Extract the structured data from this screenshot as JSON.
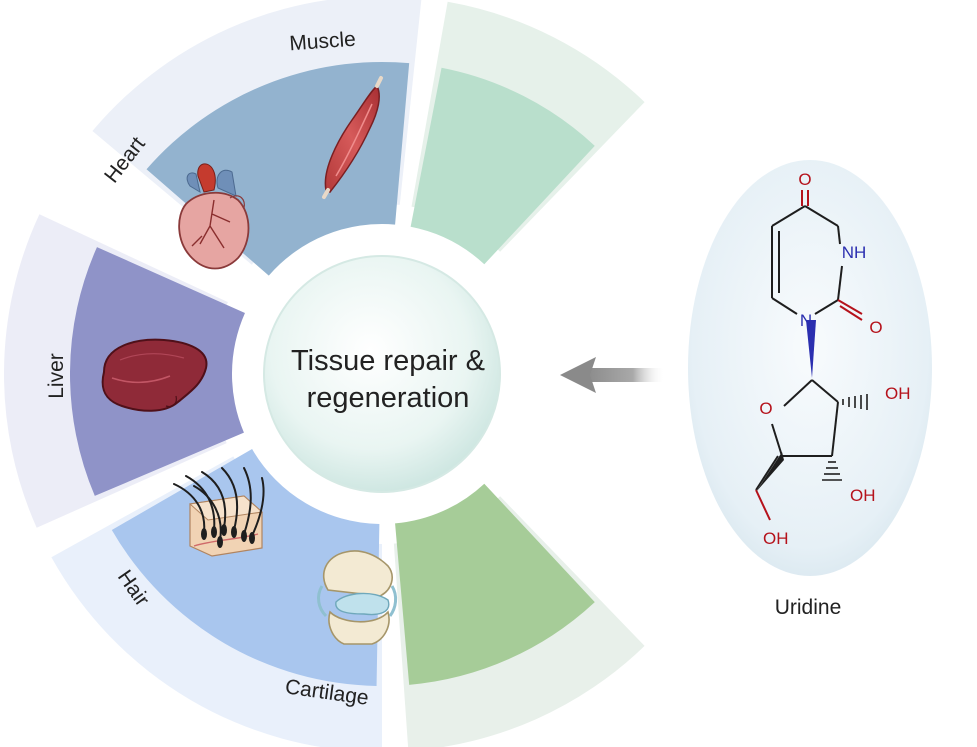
{
  "center": {
    "line1": "Tissue repair &",
    "line2": "regeneration"
  },
  "tissues": [
    {
      "label": "Muscle"
    },
    {
      "label": "Heart"
    },
    {
      "label": "Liver"
    },
    {
      "label": "Hair"
    },
    {
      "label": "Cartilage"
    }
  ],
  "molecule": {
    "name": "Uridine",
    "atoms": {
      "o1": "O",
      "nh": "NH",
      "o2": "O",
      "n": "N",
      "ring_o": "O",
      "oh1": "OH",
      "oh2": "OH",
      "oh3": "OH"
    }
  },
  "colors": {
    "muscle_band": "#e6f1ea",
    "muscle_panel": "#b9dfcc",
    "heart_band": "#ecf0f8",
    "heart_panel": "#93b3cf",
    "liver_band": "#ecedf7",
    "liver_panel": "#8f93c8",
    "hair_band": "#e9f0fb",
    "hair_panel": "#a9c6ee",
    "cartilage_band": "#e8f0ea",
    "cartilage_panel": "#a6cc98",
    "molecule_red": "#b5121b",
    "molecule_blue": "#2b2fb0"
  }
}
